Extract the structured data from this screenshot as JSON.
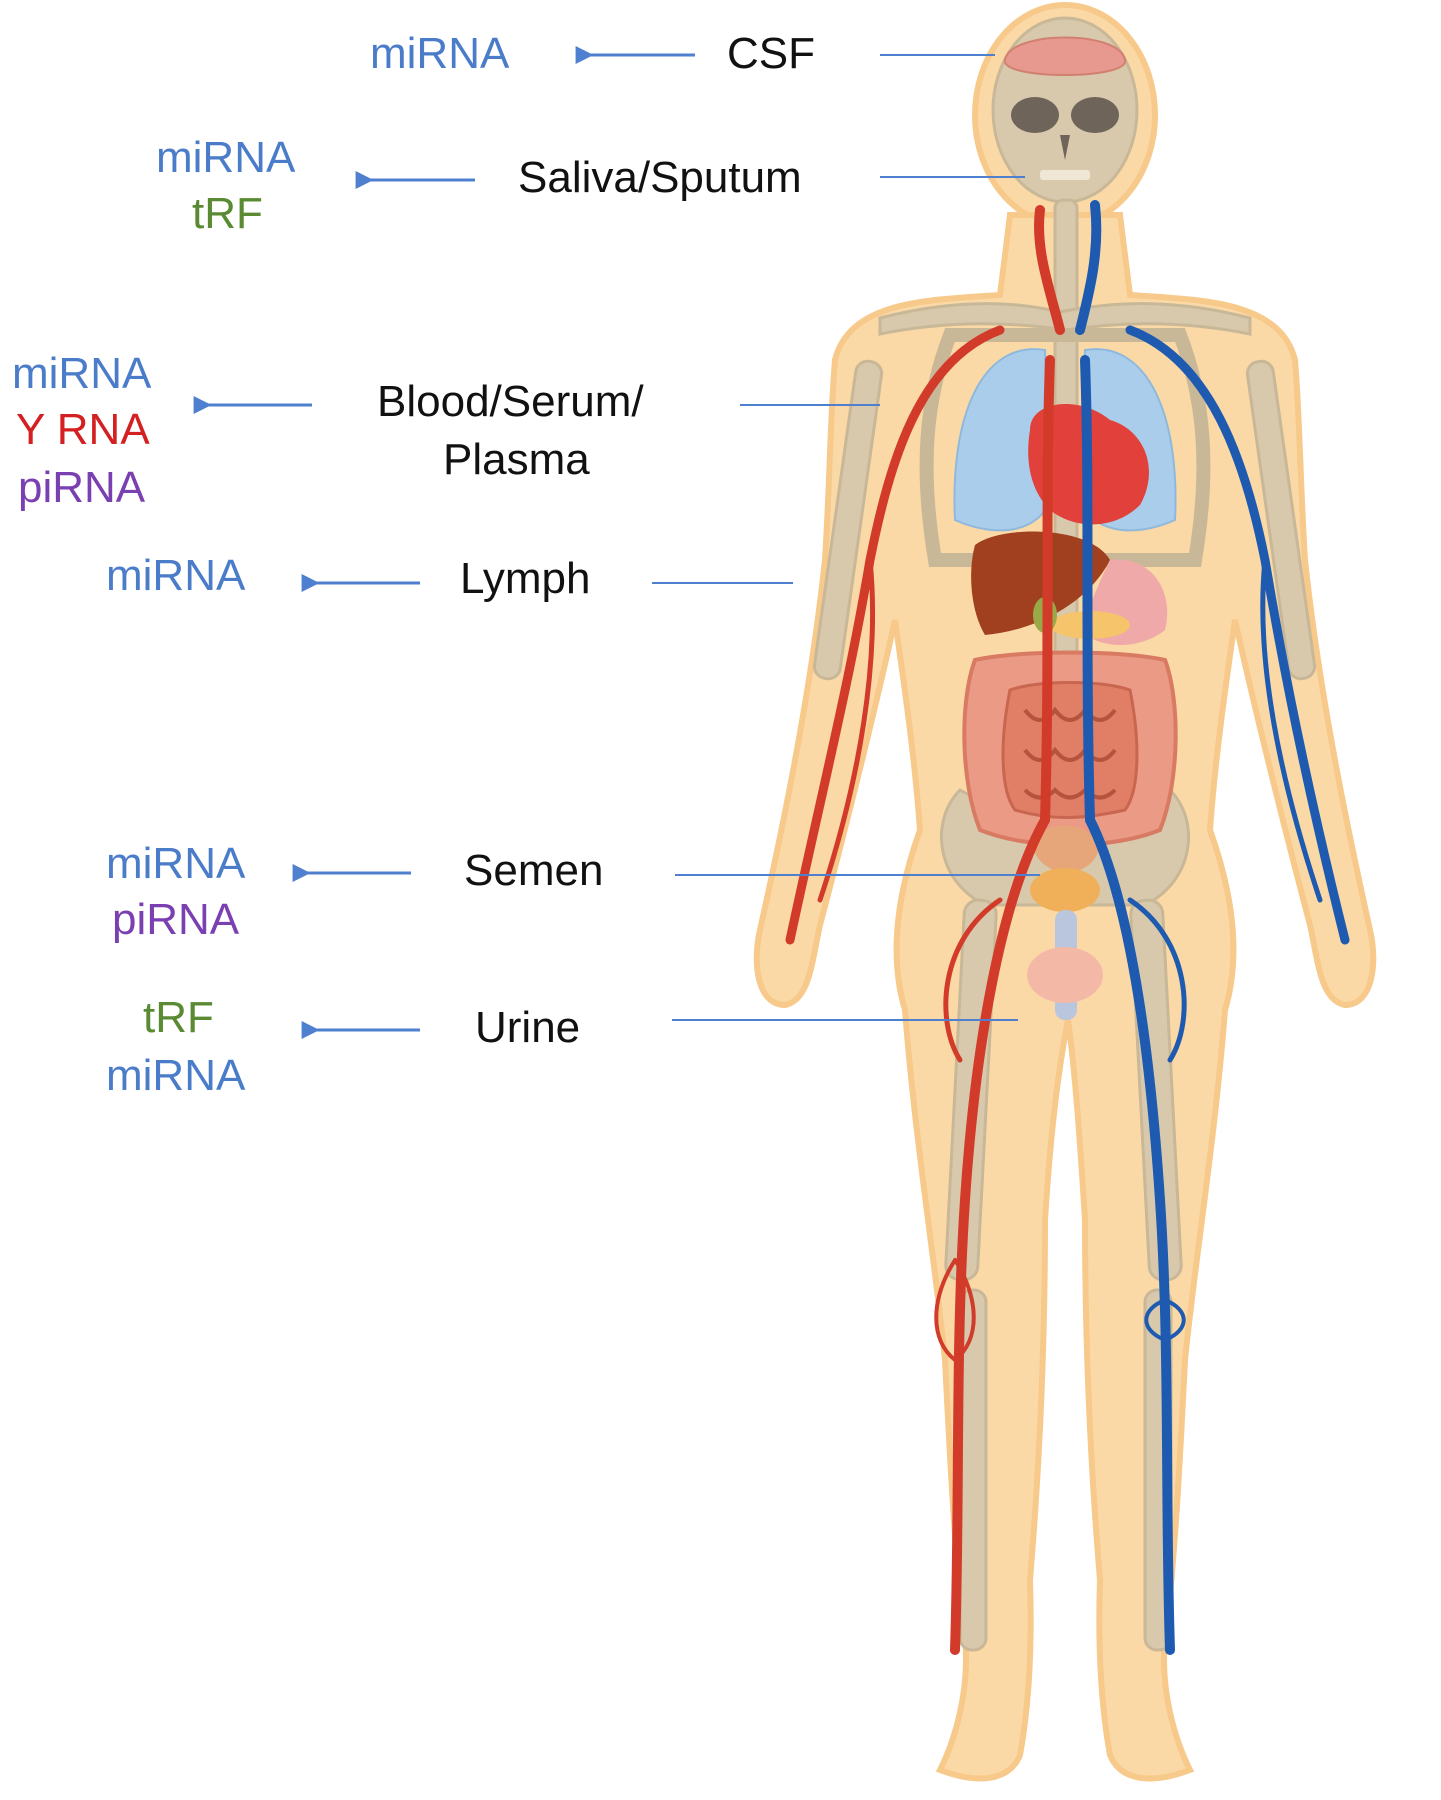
{
  "colors": {
    "mirna": "#4a7cc9",
    "trf": "#5a8a32",
    "yrna": "#d42020",
    "pirna": "#7a3fb0",
    "pointer": "#4f7fcf",
    "skin": "#fbd9a6",
    "skin_outline": "#f7c98a",
    "bone": "#d8c9ad",
    "artery": "#d23b2a",
    "vein": "#1e5bb0",
    "lung": "#a9cdea",
    "heart": "#e2403a",
    "liver": "#a0401e",
    "intestine": "#e58772"
  },
  "fluids": [
    {
      "name": "CSF",
      "rna": [
        {
          "text": "miRNA",
          "color": "#4a7cc9"
        }
      ]
    },
    {
      "name": "Saliva/Sputum",
      "rna": [
        {
          "text": "miRNA",
          "color": "#4a7cc9"
        },
        {
          "text": "tRF",
          "color": "#5a8a32"
        }
      ]
    },
    {
      "name_lines": [
        "Blood/Serum/",
        "Plasma"
      ],
      "rna": [
        {
          "text": "miRNA",
          "color": "#4a7cc9"
        },
        {
          "text": "Y RNA",
          "color": "#d42020"
        },
        {
          "text": "piRNA",
          "color": "#7a3fb0"
        }
      ]
    },
    {
      "name": "Lymph",
      "rna": [
        {
          "text": "miRNA",
          "color": "#4a7cc9"
        }
      ]
    },
    {
      "name": "Semen",
      "rna": [
        {
          "text": "miRNA",
          "color": "#4a7cc9"
        },
        {
          "text": "piRNA",
          "color": "#7a3fb0"
        }
      ]
    },
    {
      "name": "Urine",
      "rna": [
        {
          "text": "tRF",
          "color": "#5a8a32"
        },
        {
          "text": "miRNA",
          "color": "#4a7cc9"
        }
      ]
    }
  ]
}
